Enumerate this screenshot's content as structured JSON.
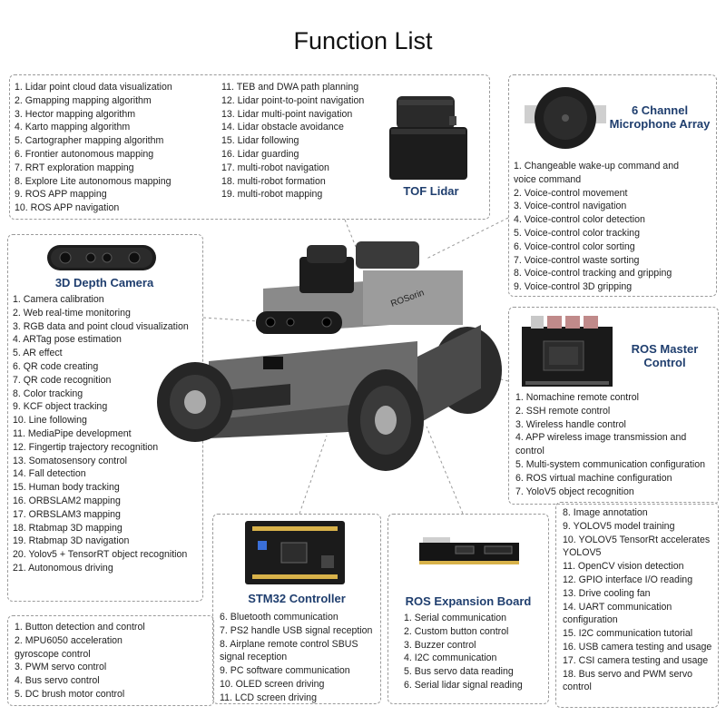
{
  "title": "Function List",
  "colors": {
    "heading": "#1f3e6e",
    "text": "#222222",
    "border": "#9a9a9a"
  },
  "lidar": {
    "heading": "TOF Lidar",
    "items_left": [
      "1. Lidar point cloud data visualization",
      "2. Gmapping mapping algorithm",
      "3. Hector mapping algorithm",
      "4. Karto mapping algorithm",
      "5. Cartographer mapping algorithm",
      "6. Frontier autonomous mapping",
      "7. RRT exploration mapping",
      "8. Explore Lite autonomous mapping",
      "9. ROS APP mapping",
      "10. ROS APP navigation"
    ],
    "items_right": [
      "11. TEB and DWA path planning",
      "12. Lidar point-to-point navigation",
      "13. Lidar multi-point navigation",
      "14. Lidar obstacle avoidance",
      "15. Lidar following",
      "16. Lidar guarding",
      "17. multi-robot navigation",
      "18. multi-robot formation",
      "19. multi-robot mapping"
    ]
  },
  "microphone": {
    "heading_line1": "6 Channel",
    "heading_line2": "Microphone Array",
    "items": [
      "1. Changeable wake-up command and",
      "voice command",
      "2. Voice-control movement",
      "3. Voice-control navigation",
      "4. Voice-control color detection",
      "5. Voice-control color tracking",
      "6. Voice-control color sorting",
      "7. Voice-control waste sorting",
      "8. Voice-control tracking and gripping",
      "9. Voice-control 3D gripping"
    ]
  },
  "depth_camera": {
    "heading": "3D Depth Camera",
    "items": [
      "1. Camera calibration",
      "2. Web real-time monitoring",
      "3. RGB data and point cloud visualization",
      "4. ARTag pose estimation",
      "5. AR effect",
      "6. QR code creating",
      "7. QR code recognition",
      "8. Color tracking",
      "9. KCF object tracking",
      "10. Line following",
      "11. MediaPipe development",
      "12. Fingertip trajectory recognition",
      "13. Somatosensory control",
      "14. Fall detection",
      "15. Human body tracking",
      "16. ORBSLAM2 mapping",
      "17. ORBSLAM3 mapping",
      "18. Rtabmap 3D mapping",
      "19. Rtabmap 3D navigation",
      "20. Yolov5 + TensorRT object recognition",
      "21. Autonomous driving"
    ]
  },
  "ros_master": {
    "heading_line1": "ROS Master",
    "heading_line2": "Control",
    "items": [
      "1. Nomachine remote control",
      "2. SSH remote control",
      "3. Wireless handle control",
      "4. APP wireless image transmission and",
      "control",
      "5. Multi-system communication configuration",
      "6. ROS virtual machine configuration",
      "7. YoloV5 object recognition"
    ],
    "items_more": [
      "8. Image annotation",
      "9. YOLOV5 model training",
      "10. YOLOV5 TensorRt accelerates",
      "YOLOV5",
      "11. OpenCV vision detection",
      "12. GPIO interface I/O reading",
      "13. Drive cooling fan",
      "14. UART communication",
      "configuration",
      "15. I2C communication tutorial",
      "16. USB camera testing and usage",
      "17.  CSI camera testing and usage",
      "18. Bus servo and PWM servo",
      "control"
    ]
  },
  "stm32": {
    "heading": "STM32 Controller",
    "items_left": [
      "1. Button detection and control",
      "2. MPU6050 acceleration",
      "gyroscope control",
      "3. PWM servo control",
      "4. Bus servo control",
      "5. DC brush motor control"
    ],
    "items_right": [
      "6. Bluetooth communication",
      "7. PS2 handle USB signal reception",
      "8. Airplane remote control SBUS",
      "signal reception",
      "9. PC software communication",
      "10. OLED screen driving",
      "11. LCD screen driving"
    ]
  },
  "expansion": {
    "heading": "ROS Expansion Board",
    "items": [
      "1. Serial communication",
      "2. Custom button control",
      "3. Buzzer control",
      "4. I2C communication",
      "5. Bus servo data reading",
      "6. Serial lidar signal reading"
    ]
  },
  "robot": {
    "brand_text": "ROSorin"
  }
}
